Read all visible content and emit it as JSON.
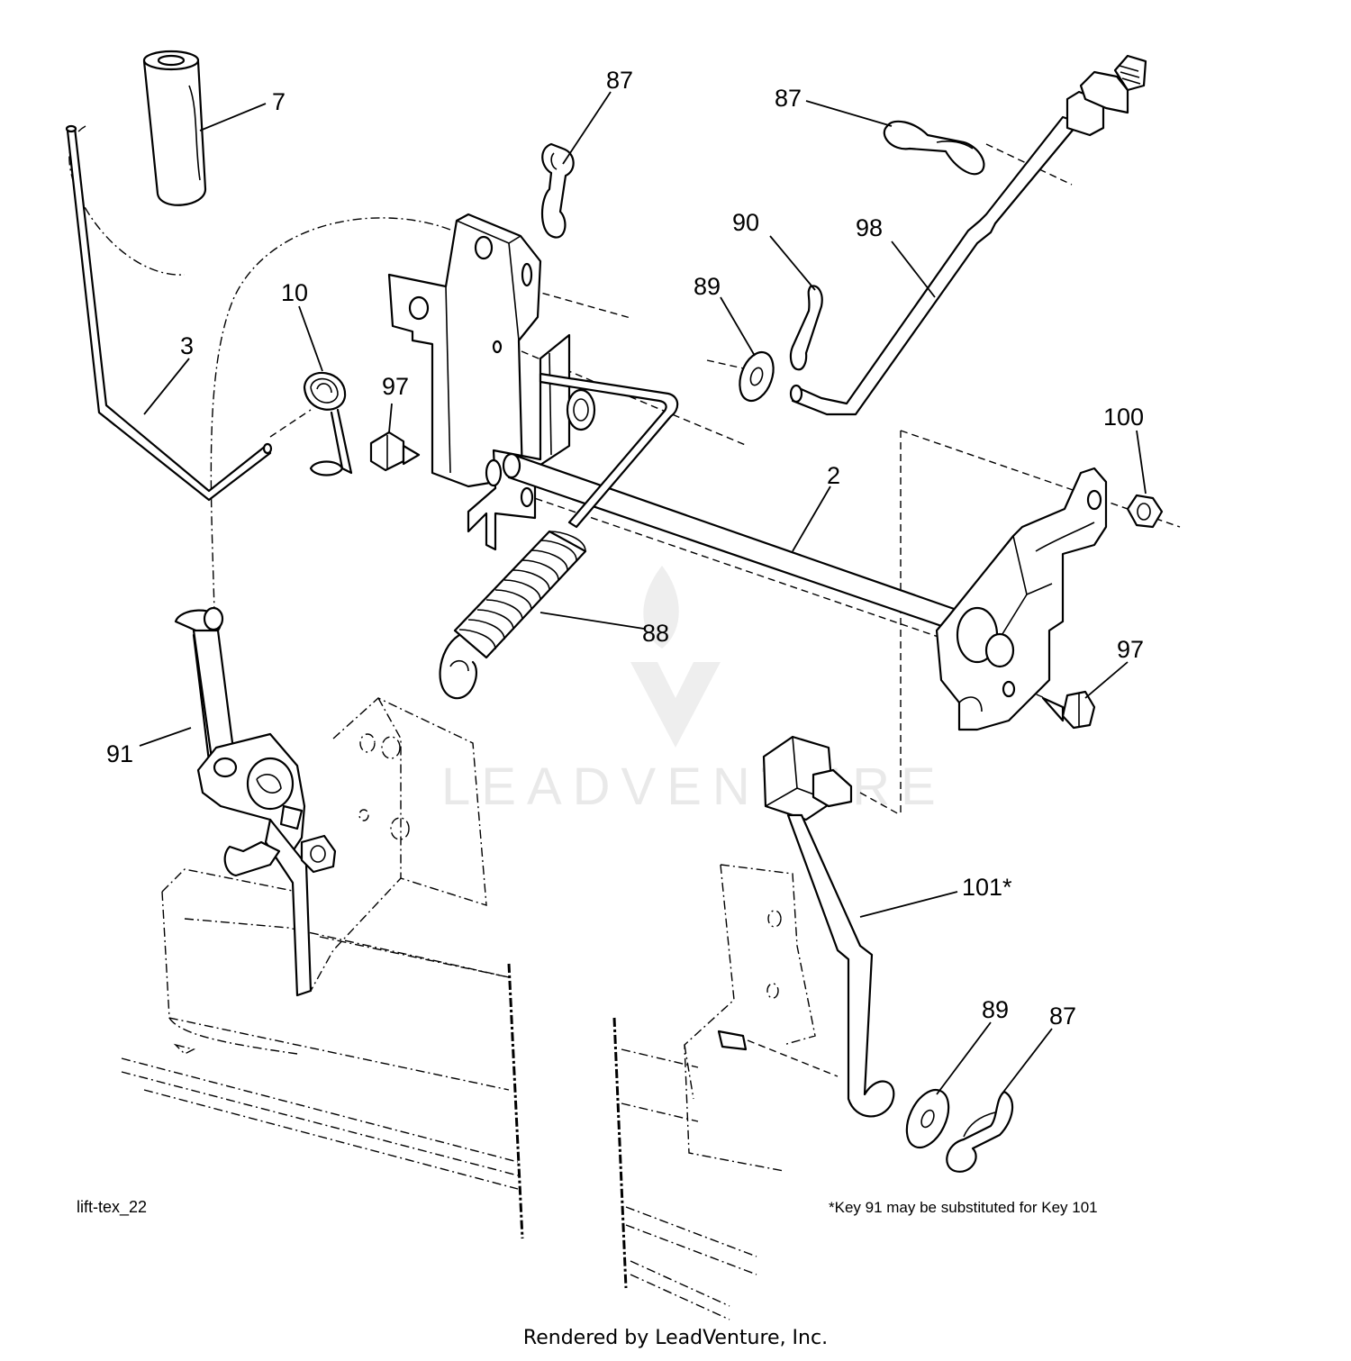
{
  "diagram": {
    "id_label": "lift-tex_22",
    "note": "*Key 91 may be substituted for Key 101",
    "watermark": "LEADVENTURE",
    "footer": "Rendered by LeadVenture, Inc.",
    "callouts": [
      {
        "key": "7"
      },
      {
        "key": "87"
      },
      {
        "key": "87"
      },
      {
        "key": "90"
      },
      {
        "key": "98"
      },
      {
        "key": "89"
      },
      {
        "key": "10"
      },
      {
        "key": "3"
      },
      {
        "key": "97"
      },
      {
        "key": "100"
      },
      {
        "key": "2"
      },
      {
        "key": "88"
      },
      {
        "key": "97"
      },
      {
        "key": "91"
      },
      {
        "key": "101*"
      },
      {
        "key": "89"
      },
      {
        "key": "87"
      }
    ]
  }
}
